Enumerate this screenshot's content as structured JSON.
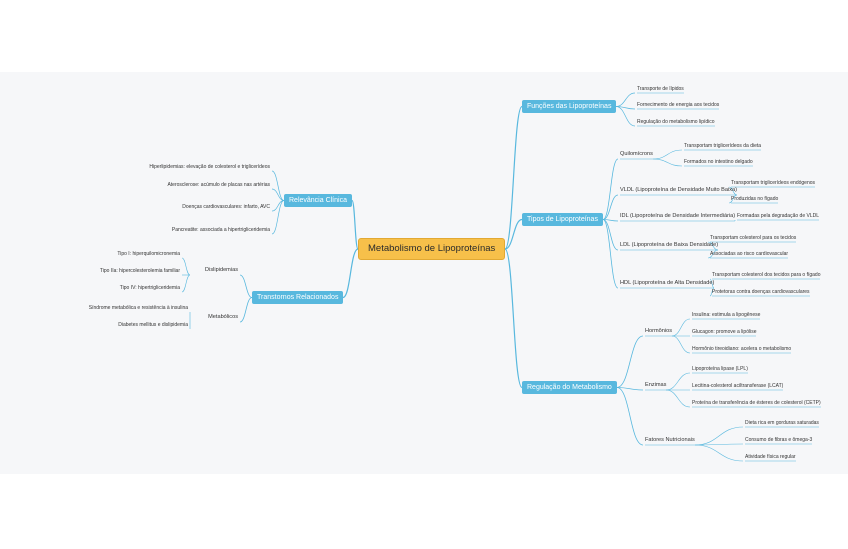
{
  "root": {
    "label": "Metabolismo de Lipoproteínas"
  },
  "branches": {
    "funcoes": {
      "label": "Funções das Lipoproteínas",
      "items": [
        "Transporte de lípidos",
        "Fornecimento de energia aos tecidos",
        "Regulação do metabolismo lipídico"
      ]
    },
    "tipos": {
      "label": "Tipos de Lipoproteínas",
      "items": [
        {
          "label": "Quilomícrons",
          "items": [
            "Transportam triglicerídeos da dieta",
            "Formados no intestino delgado"
          ]
        },
        {
          "label": "VLDL (Lipoproteína de Densidade Muito Baixa)",
          "items": [
            "Transportam triglicerídeos endógenos",
            "Produzidas no fígado"
          ]
        },
        {
          "label": "IDL (Lipoproteína de Densidade Intermediária)",
          "items": [
            "Formadas pela degradação de VLDL"
          ]
        },
        {
          "label": "LDL (Lipoproteína de Baixa Densidade)",
          "items": [
            "Transportam colesterol para os tecidos",
            "Associadas ao risco cardiovascular"
          ]
        },
        {
          "label": "HDL (Lipoproteína de Alta Densidade)",
          "items": [
            "Transportam colesterol dos tecidos para o fígado",
            "Protetoras contra doenças cardiovasculares"
          ]
        }
      ]
    },
    "regulacao": {
      "label": "Regulação do Metabolismo",
      "items": [
        {
          "label": "Hormônios",
          "items": [
            "Insulina: estimula a lipogênese",
            "Glucagon: promove a lipólise",
            "Hormônio tireoidiano: acelera o metabolismo"
          ]
        },
        {
          "label": "Enzimas",
          "items": [
            "Lipoproteína lipase (LPL)",
            "Lecitina-colesterol aciltransferase (LCAT)",
            "Proteína de transferência de ésteres de colesterol (CETP)"
          ]
        },
        {
          "label": "Fatores Nutricionais",
          "items": [
            "Dieta rica em gorduras saturadas",
            "Consumo de fibras e ômega-3",
            "Atividade física regular"
          ]
        }
      ]
    },
    "clinica": {
      "label": "Relevância Clínica",
      "items": [
        {
          "label": "Hiperlipidemias: elevação de colesterol e triglicerídeos",
          "items": []
        },
        {
          "label": "Aterosclerose: acúmulo de placas nas artérias",
          "items": []
        },
        {
          "label": "Doenças cardiovasculares: infarto, AVC",
          "items": []
        },
        {
          "label": "Pancreatite: associada a hipertrigliceridemia",
          "items": []
        }
      ]
    },
    "transtornos": {
      "label": "Transtornos Relacionados",
      "items": [
        {
          "label": "Dislipidemias",
          "items": [
            "Tipo I: hiperquilomicronemia",
            "Tipo IIa: hipercolesterolemia familiar",
            "Tipo IV: hipertrigliceridemia"
          ]
        },
        {
          "label": "Metabólicos",
          "items": [
            "Síndrome metabólica e resistência à insulina",
            "Diabetes mellitus e dislipidemia"
          ]
        }
      ]
    }
  },
  "colors": {
    "root_fill": "#f7c04a",
    "main_fill": "#58b8de",
    "link": "#58b8de",
    "background": "#f6f7f9"
  }
}
